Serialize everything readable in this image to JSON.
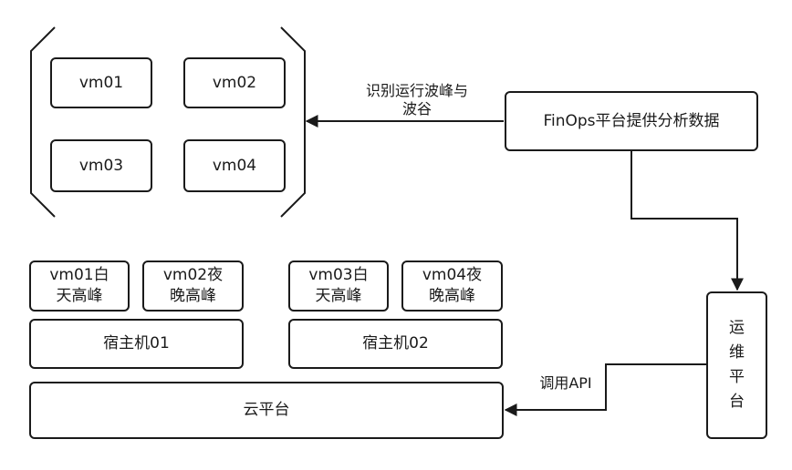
{
  "vm_group": {
    "vm01": "vm01",
    "vm02": "vm02",
    "vm03": "vm03",
    "vm04": "vm04"
  },
  "workloads": {
    "vm01_day_peak": "vm01白\n天高峰",
    "vm02_night_peak": "vm02夜\n晚高峰",
    "vm03_day_peak": "vm03白\n天高峰",
    "vm04_night_peak": "vm04夜\n晚高峰"
  },
  "hosts": {
    "host01": "宿主机01",
    "host02": "宿主机02"
  },
  "cloud_platform": "云平台",
  "finops": "FinOps平台提供分析数据",
  "ops_platform": [
    "运",
    "维",
    "平",
    "台"
  ],
  "edges": {
    "peak_valley_label": "识别运行波峰与\n波谷",
    "api_label": "调用API"
  },
  "colors": {
    "stroke": "#1a1a1a",
    "fill": "#ffffff"
  }
}
